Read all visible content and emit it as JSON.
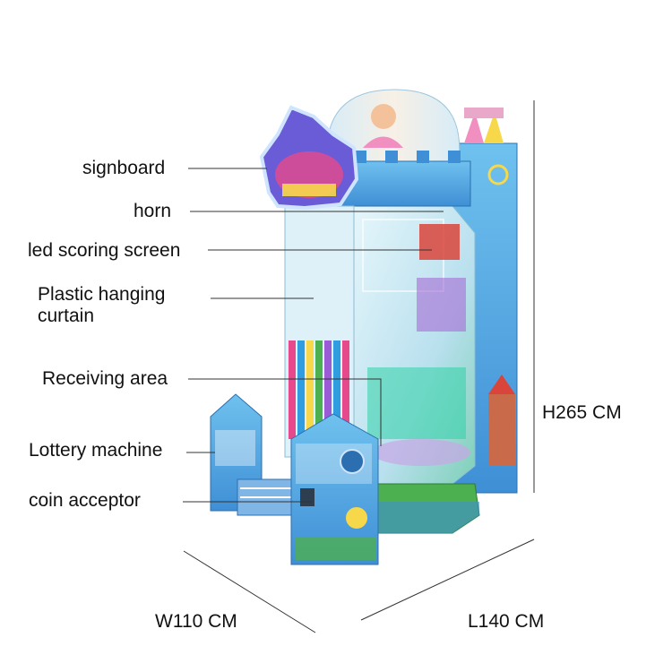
{
  "labels": {
    "signboard": "signboard",
    "horn": "horn",
    "led_screen": "led scoring screen",
    "curtain": "Plastic hanging curtain",
    "receiving": "Receiving area",
    "lottery": "Lottery machine",
    "coin": "coin acceptor"
  },
  "dimensions": {
    "height": "H265 CM",
    "width": "W110 CM",
    "length": "L140 CM"
  },
  "colors": {
    "sky_blue": "#5bb3e6",
    "cabinet_blue": "#3f8fd6",
    "glass": "#cfeaf3",
    "green_field": "#4caf50",
    "pink": "#f08fc0",
    "yellow": "#f7d84a"
  }
}
